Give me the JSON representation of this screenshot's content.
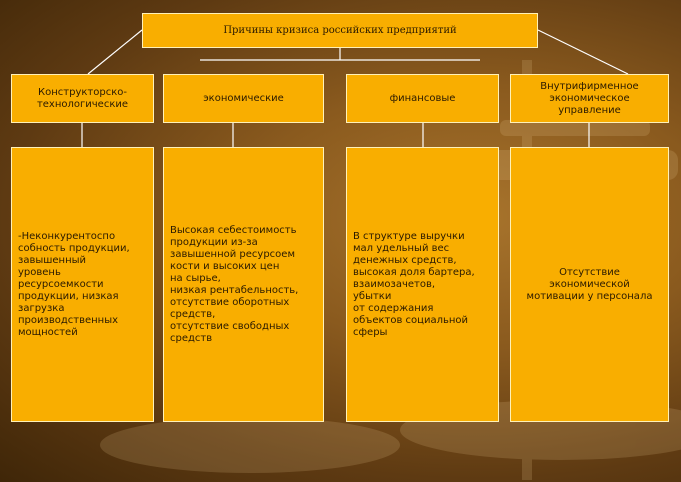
{
  "title": "Причины кризиса российских предприятий",
  "categories": [
    {
      "header": "Конструкторско-\nтехнологические",
      "detail": "-Неконкурентоспо\nсобность продукции,\n завышенный\nуровень\nресурсоемкости\nпродукции, низкая\nзагрузка\nпроизводственных\nмощностей"
    },
    {
      "header": "экономические",
      "detail": "Высокая себестоимость\nпродукции из-за\nзавышенной ресурсоем\nкости и высоких цен\nна сырье,\nнизкая рентабельность,\nотсутствие оборотных\nсредств,\nотсутствие свободных\nсредств"
    },
    {
      "header": "финансовые",
      "detail": "В структуре выручки\nмал удельный вес\nденежных средств,\nвысокая  доля бартера,\nвзаимозачетов,\nубытки\nот содержания\nобъектов социальной\nсферы"
    },
    {
      "header": "Внутрифирменное\nэкономическое\nуправление",
      "detail": "Отсутствие\nэкономической\nмотивации у персонала"
    }
  ]
}
